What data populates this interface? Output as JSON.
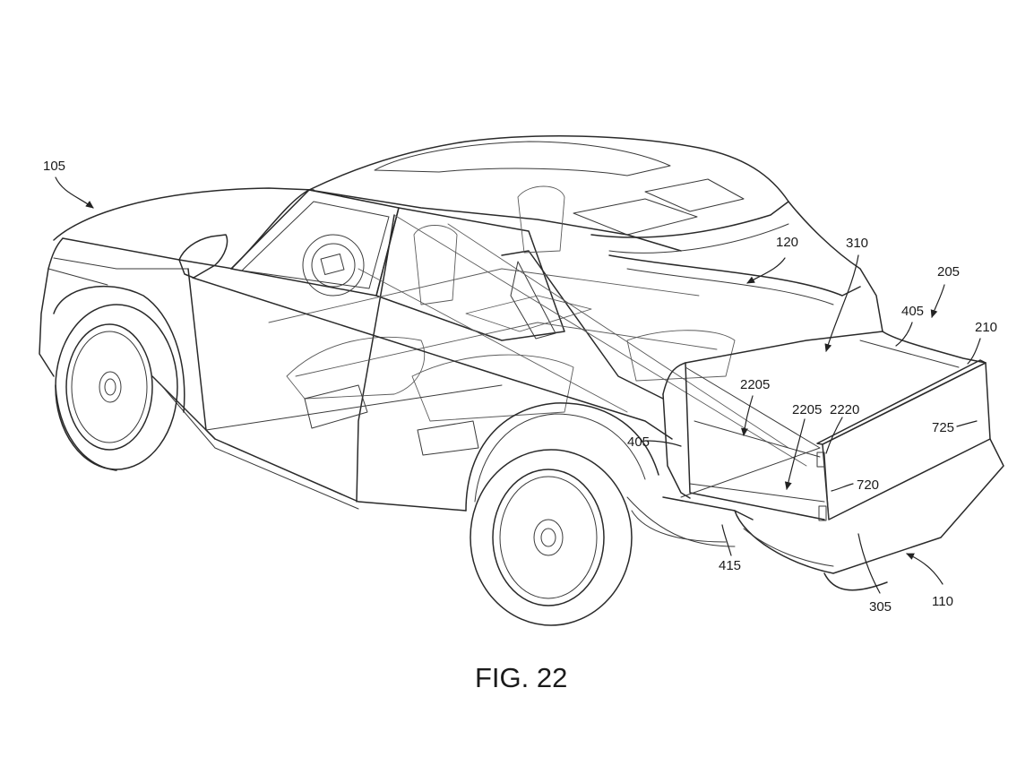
{
  "figure": {
    "caption": "FIG. 22"
  },
  "reference_numerals": {
    "r105": "105",
    "r120": "120",
    "r310": "310",
    "r205": "205",
    "r405_top": "405",
    "r210": "210",
    "r2205_a": "2205",
    "r2205_b": "2205",
    "r2220": "2220",
    "r725": "725",
    "r405_left": "405",
    "r720": "720",
    "r415": "415",
    "r305": "305",
    "r110": "110"
  },
  "colors": {
    "line": "#2a2a2a",
    "background": "#ffffff"
  }
}
